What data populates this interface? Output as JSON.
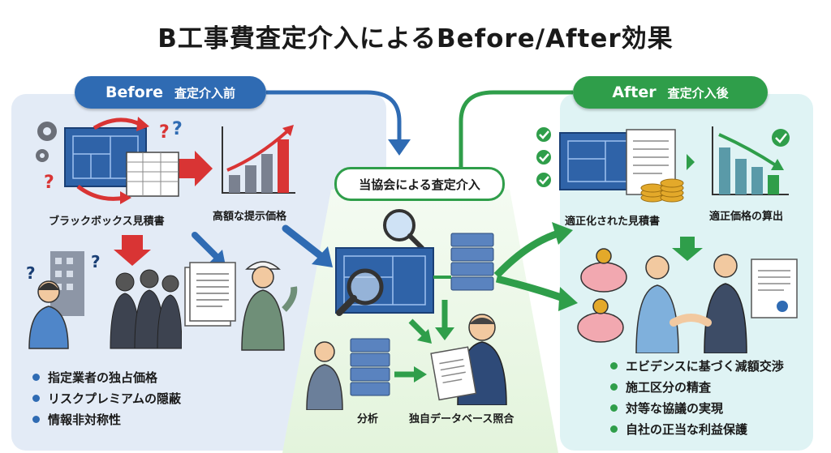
{
  "title": "B工事費査定介入によるBefore/After効果",
  "before": {
    "header_en": "Before",
    "header_jp": "査定介入前",
    "label_estimate": "ブラックボックス見積書",
    "label_price": "高額な提示価格",
    "bullets": [
      "指定業者の独占価格",
      "リスクプレミアムの隠蔽",
      "情報非対称性"
    ]
  },
  "center": {
    "header": "当協会による査定介入",
    "label_analysis": "分析",
    "label_database": "独自データベース照合"
  },
  "after": {
    "header_en": "After",
    "header_jp": "査定介入後",
    "label_estimate": "適正化された見積書",
    "label_price": "適正価格の算出",
    "bullets": [
      "エビデンスに基づく減額交渉",
      "施工区分の精査",
      "対等な協議の実現",
      "自社の正当な利益保護"
    ]
  },
  "colors": {
    "before_accent": "#2f6bb3",
    "after_accent": "#2f9e4a",
    "before_bg": "#e3ebf6",
    "after_bg": "#dff3f4",
    "alert_red": "#d93434"
  },
  "icons": [
    "gear-icon",
    "question-icon",
    "blueprint-icon",
    "spreadsheet-icon",
    "rising-chart-icon",
    "building-icon",
    "confused-person-icon",
    "suited-group-icon",
    "documents-icon",
    "worker-icon",
    "magnifier-icon",
    "server-icon",
    "analyst-icon",
    "manager-icon",
    "check-icon",
    "coins-icon",
    "falling-chart-icon",
    "piggy-bank-icon",
    "handshake-icon",
    "contract-icon"
  ]
}
